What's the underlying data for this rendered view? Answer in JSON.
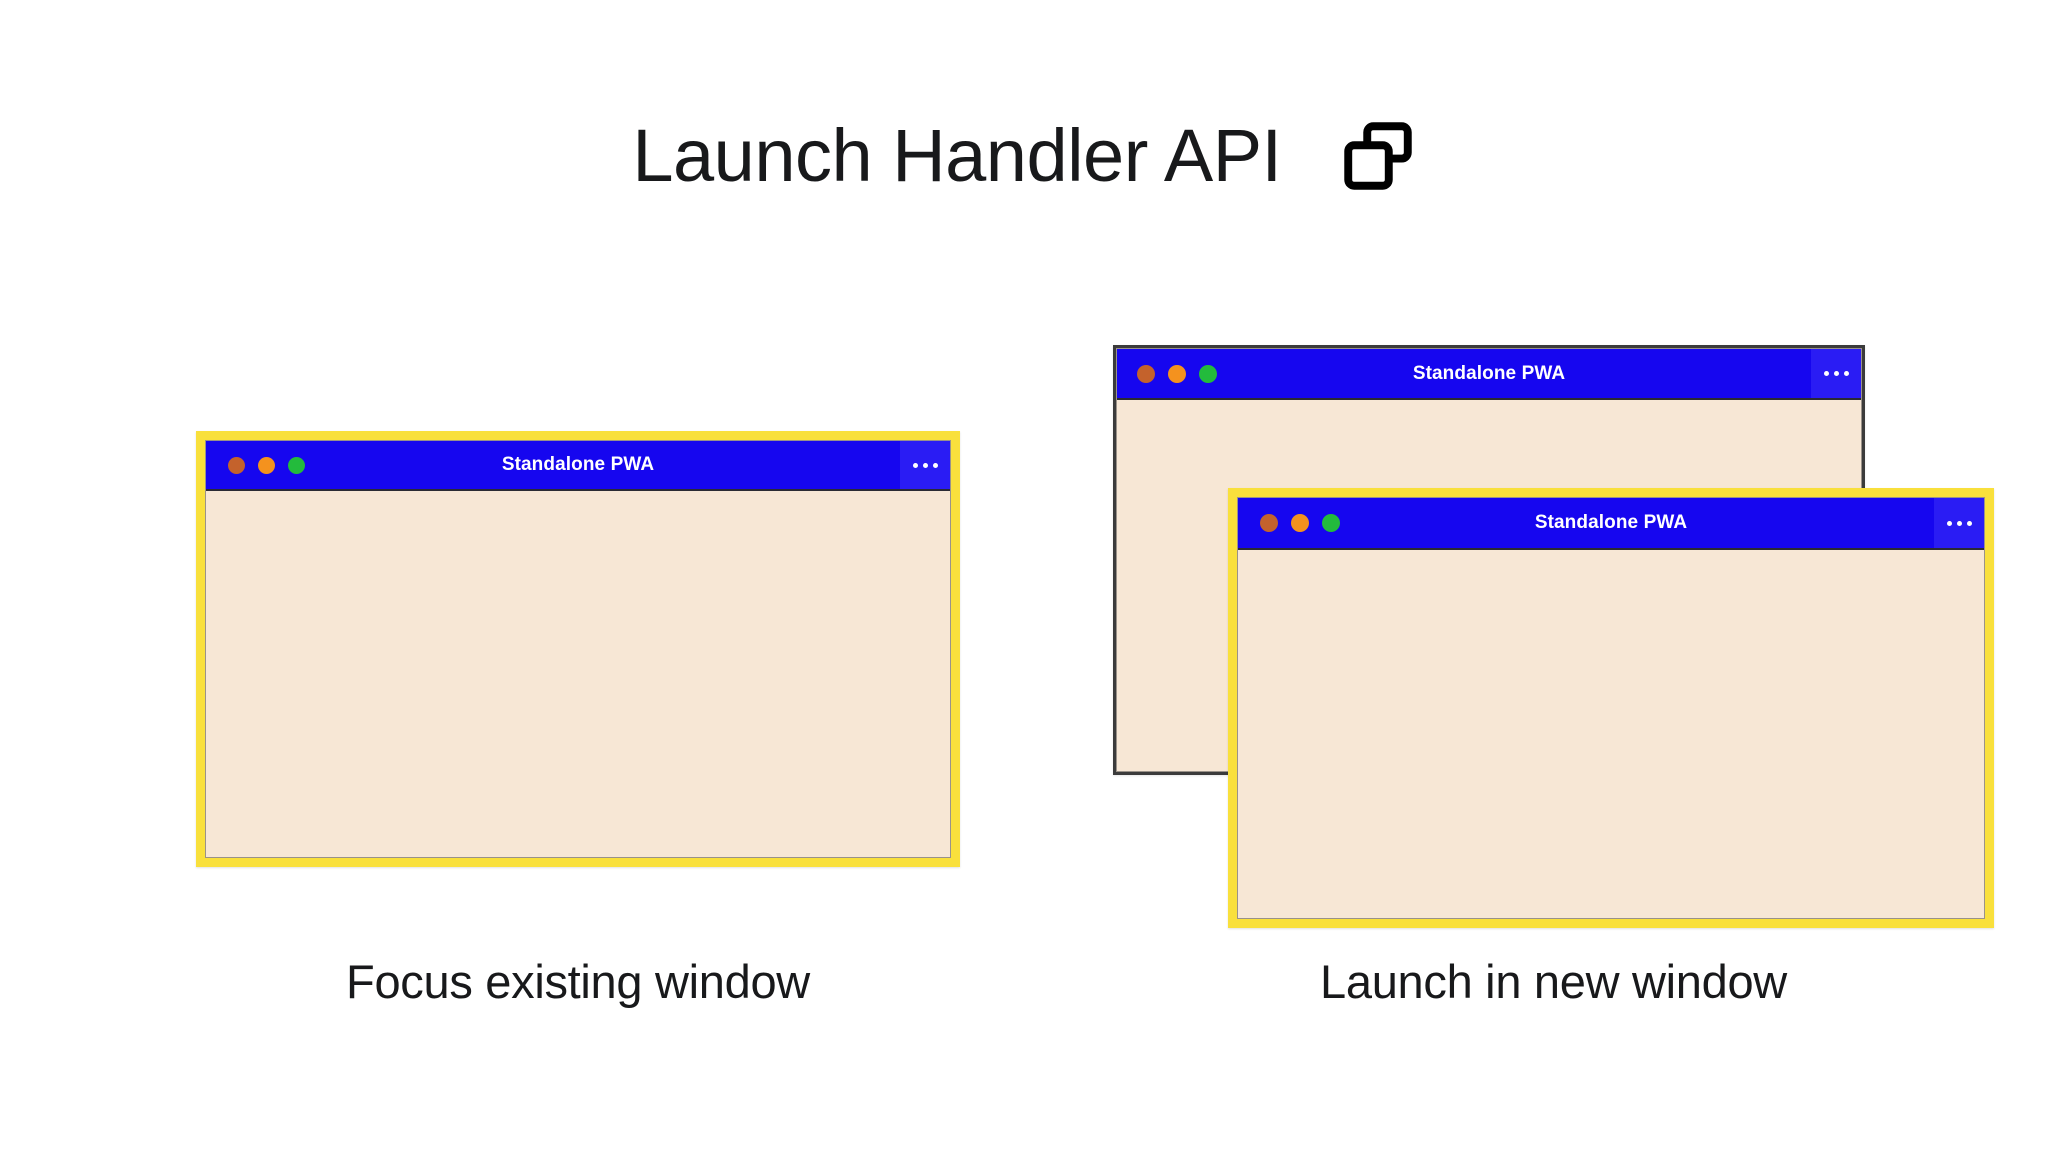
{
  "page": {
    "background_color": "#ffffff",
    "heading": {
      "title": "Launch Handler API",
      "icon_name": "multi-window-icon"
    }
  },
  "colors": {
    "titlebar_blue": "#1606ef",
    "menu_button_blue": "#2a1cf4",
    "window_body_cream": "#f7e7d5",
    "focus_ring_yellow": "#f9e03c",
    "unfocused_border_gray": "#3b3b3b",
    "dot_red": "#c4622c",
    "dot_orange": "#f4921e",
    "dot_green": "#23bb3c",
    "text_dark": "#18191b",
    "titlebar_text": "#ffffff"
  },
  "traffic_lights": [
    {
      "name": "close",
      "color": "#c4622c"
    },
    {
      "name": "minimize",
      "color": "#f4921e"
    },
    {
      "name": "maximize",
      "color": "#23bb3c"
    }
  ],
  "scenarios": [
    {
      "id": "focus-existing",
      "caption": "Focus existing window",
      "windows": [
        {
          "id": "left",
          "title": "Standalone PWA",
          "menu_label": "…",
          "focused": true
        }
      ]
    },
    {
      "id": "new-window",
      "caption": "Launch in new window",
      "windows": [
        {
          "id": "right-back",
          "title": "Standalone PWA",
          "menu_label": "…",
          "focused": false
        },
        {
          "id": "right-front",
          "title": "Standalone PWA",
          "menu_label": "…",
          "focused": true
        }
      ]
    }
  ]
}
